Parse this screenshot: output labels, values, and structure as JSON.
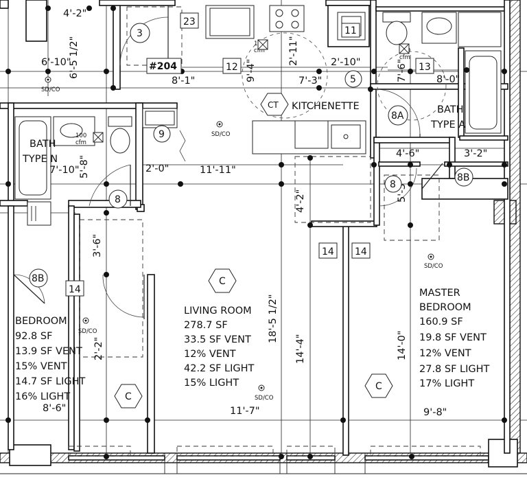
{
  "plan": {
    "unit_label": "#204",
    "rooms": {
      "living_room": {
        "name": "LIVING ROOM",
        "stats": [
          "278.7 SF",
          "33.5 SF VENT",
          "12% VENT",
          "42.2 SF LIGHT",
          "15% LIGHT"
        ],
        "dim_width": "11'-7\"",
        "dim_height": "18'-5 1/2\""
      },
      "master_bedroom": {
        "name_line1": "MASTER",
        "name_line2": "BEDROOM",
        "stats": [
          "160.9 SF",
          "19.8 SF VENT",
          "12% VENT",
          "27.8 SF LIGHT",
          "17% LIGHT"
        ],
        "dim_width": "9'-8\"",
        "dim_height": "14'-0\""
      },
      "bedroom": {
        "name": "BEDROOM",
        "stats": [
          "92.8 SF",
          "13.9 SF VENT",
          "15% VENT",
          "14.7 SF LIGHT",
          "16% LIGHT"
        ],
        "dim_width": "8'-6\""
      },
      "bath_n": {
        "line1": "BATH",
        "line2": "TYPE N"
      },
      "bath_a": {
        "line1": "BATH",
        "line2": "TYPE A"
      },
      "kitchenette": {
        "name": "KITCHENETTE",
        "tag": "CT"
      }
    },
    "dimensions": {
      "d_4_2_top": "4'-2\"",
      "d_6_10": "6'-10\"",
      "d_6_5_half": "6'-5 1/2\"",
      "d_8_1": "8'-1\"",
      "d_9_4": "9'-4\"",
      "d_2_11": "2'-11\"",
      "d_7_3": "7'-3\"",
      "d_2_10": "2'-10\"",
      "d_7_6": "7'-6\"",
      "d_8_0": "8'-0\"",
      "d_11_11": "11'-11\"",
      "d_2_0": "2'-0\"",
      "d_7_10": "7'-10\"",
      "d_5_8": "5'-8\"",
      "d_4_6": "4'-6\"",
      "d_3_2": "3'-2\"",
      "d_5_3": "5'-3\"",
      "d_4_2_mid": "4'-2\"",
      "d_3_6": "3'-6\"",
      "d_14_4": "14'-4\"",
      "d_2_2": "2'-2\""
    },
    "tags": {
      "door_3": "3",
      "door_5": "5",
      "door_8": "8",
      "door_8_2": "8",
      "door_8a": "8A",
      "door_8b_right": "8B",
      "door_8b_left": "8B",
      "door_9": "9",
      "box_23": "23",
      "box_12": "12",
      "box_11": "11",
      "box_13": "13",
      "box_14_left": "14",
      "box_14_mid": "14",
      "box_14_right": "14",
      "ceiling_c": "C"
    },
    "fixtures": {
      "sd_co": "SD/CO",
      "cfm": "100",
      "cfm_unit": "cfm"
    }
  }
}
